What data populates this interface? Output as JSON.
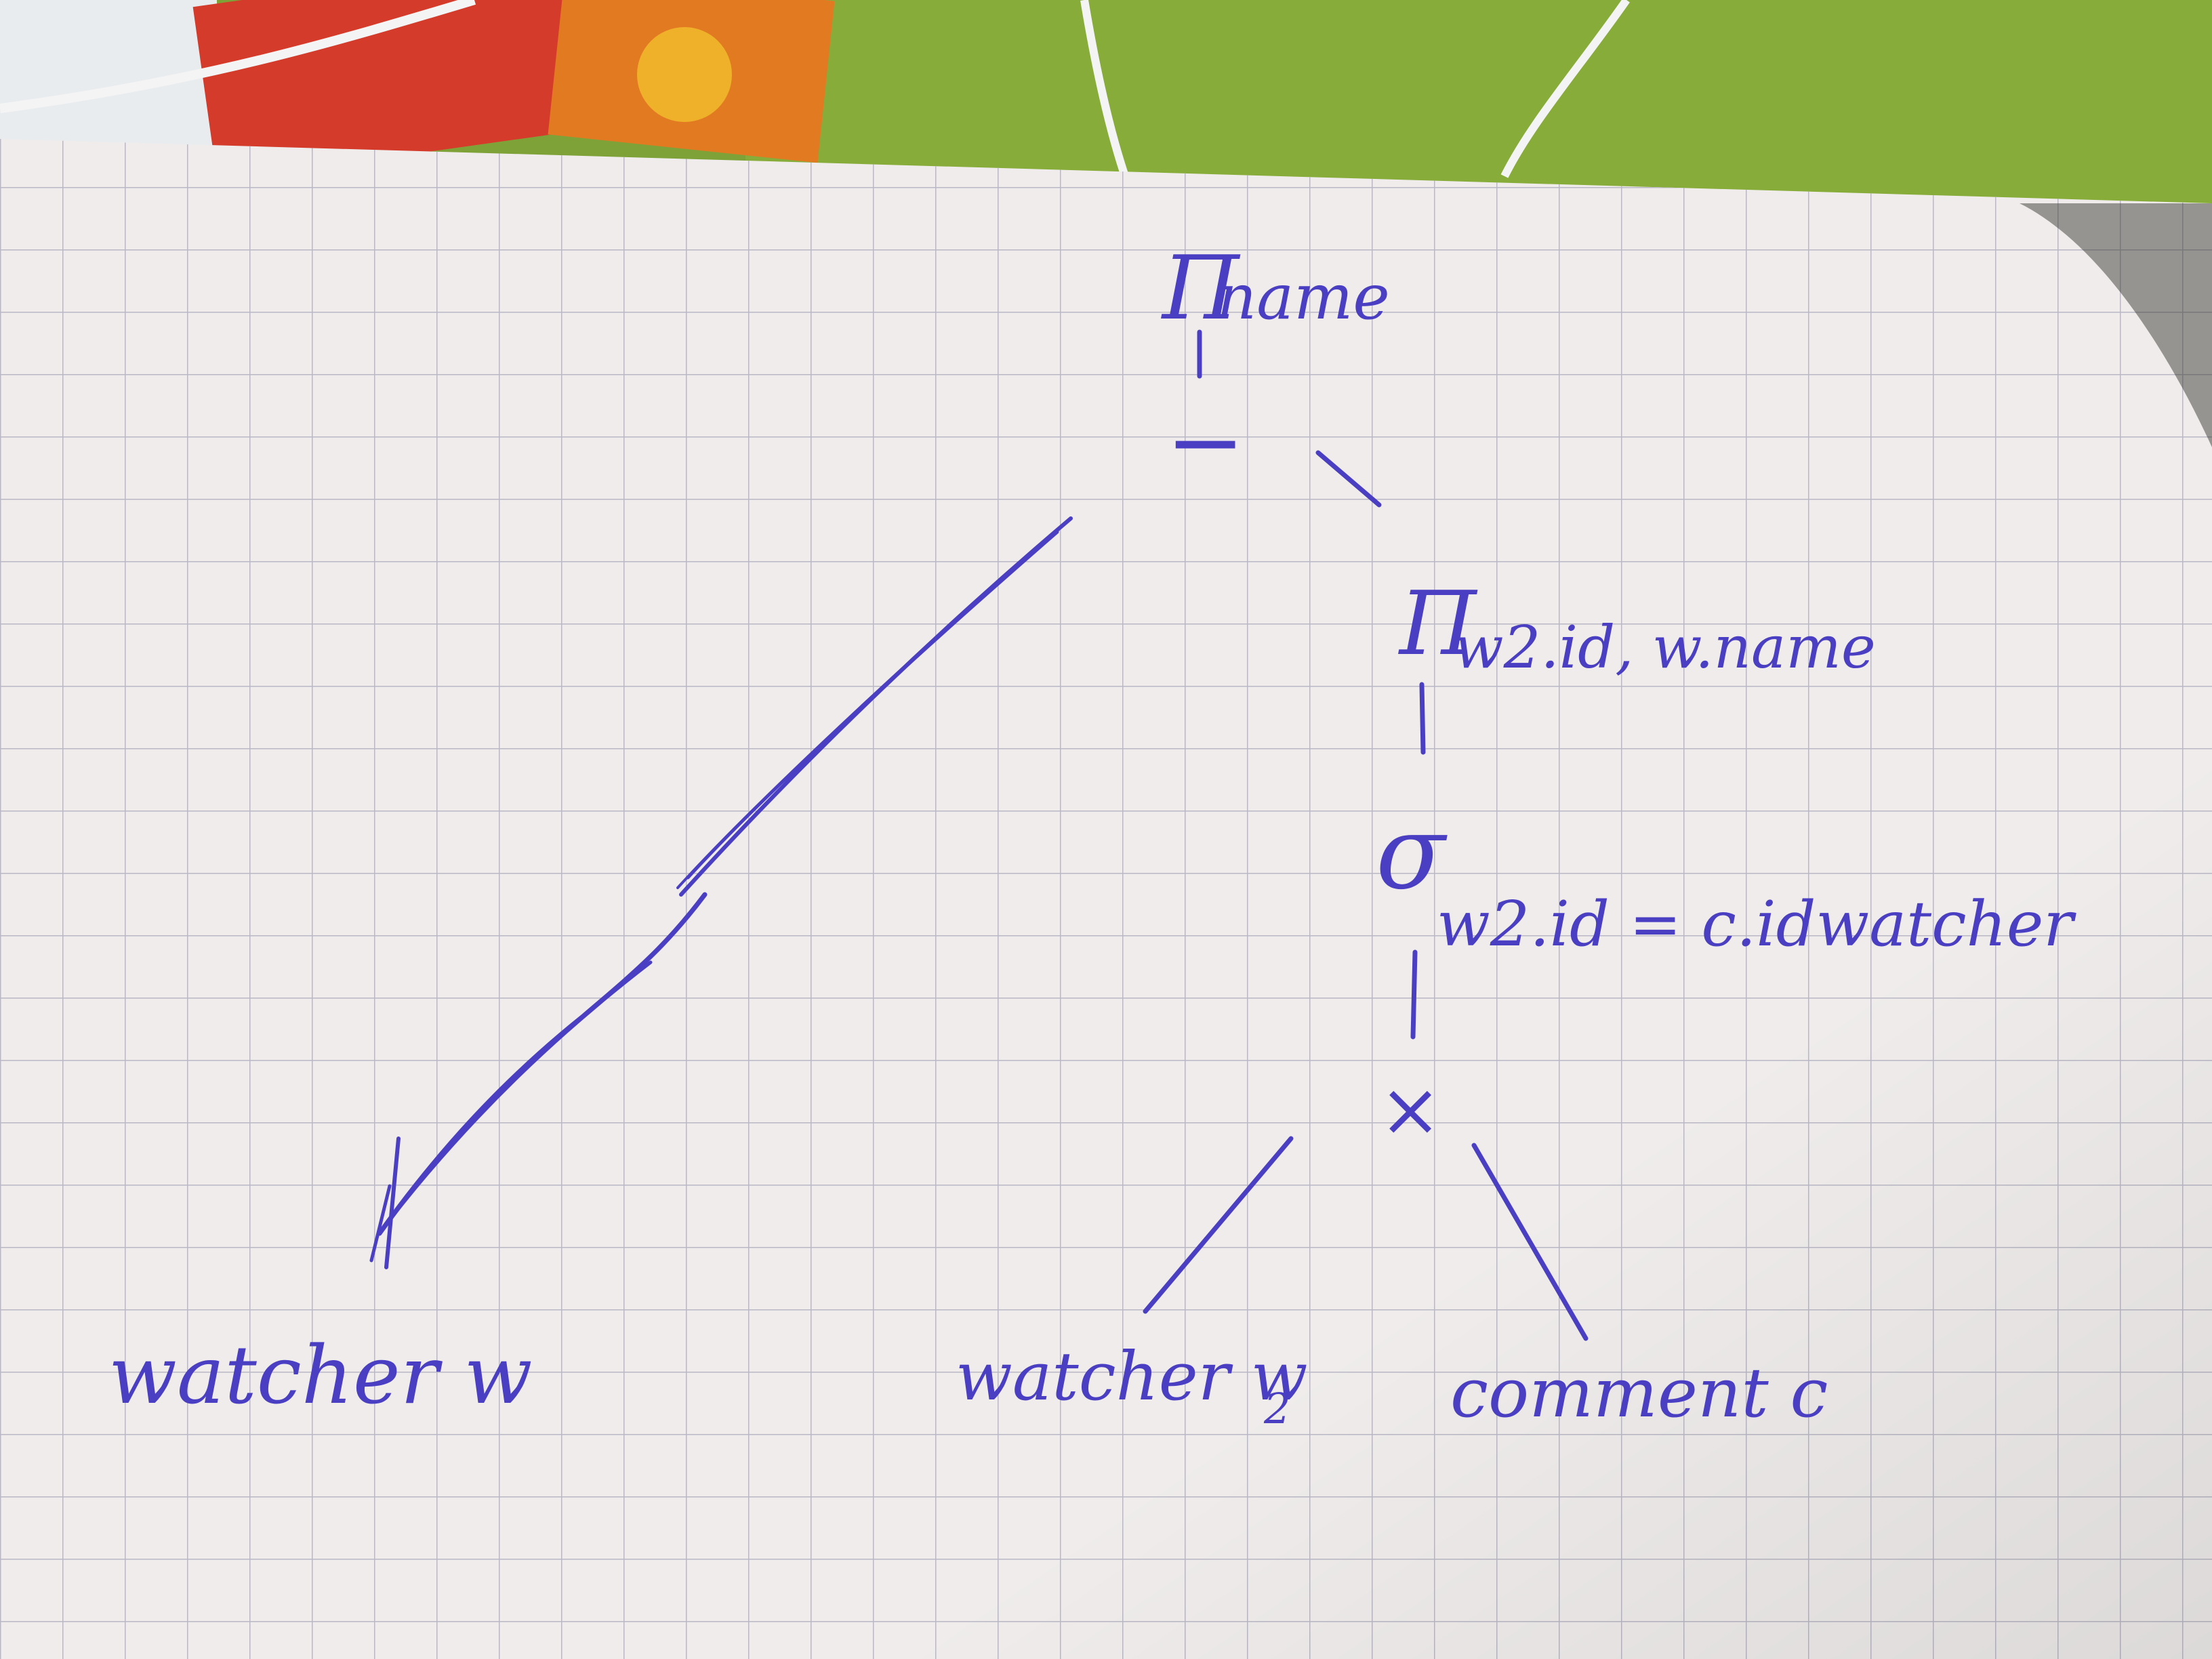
{
  "diagram": {
    "root_projection": {
      "symbol": "Π",
      "subscript": "name"
    },
    "minus_operator": "−",
    "inner_projection": {
      "symbol": "Π",
      "subscript": "w2.id, w.name"
    },
    "selection": {
      "symbol": "σ",
      "subscript": "w2.id = c.idwatcher"
    },
    "cross_product": "×",
    "leaves": {
      "watcher_w": "watcher w",
      "watcher_w2_base": "watcher w",
      "watcher_w2_sub": "2",
      "comment_c": "comment c"
    }
  },
  "colors": {
    "ink": "#4a3fc2",
    "paper": "#efeceb",
    "grid": "#b9b8c4",
    "fabric": "#7fa238"
  }
}
